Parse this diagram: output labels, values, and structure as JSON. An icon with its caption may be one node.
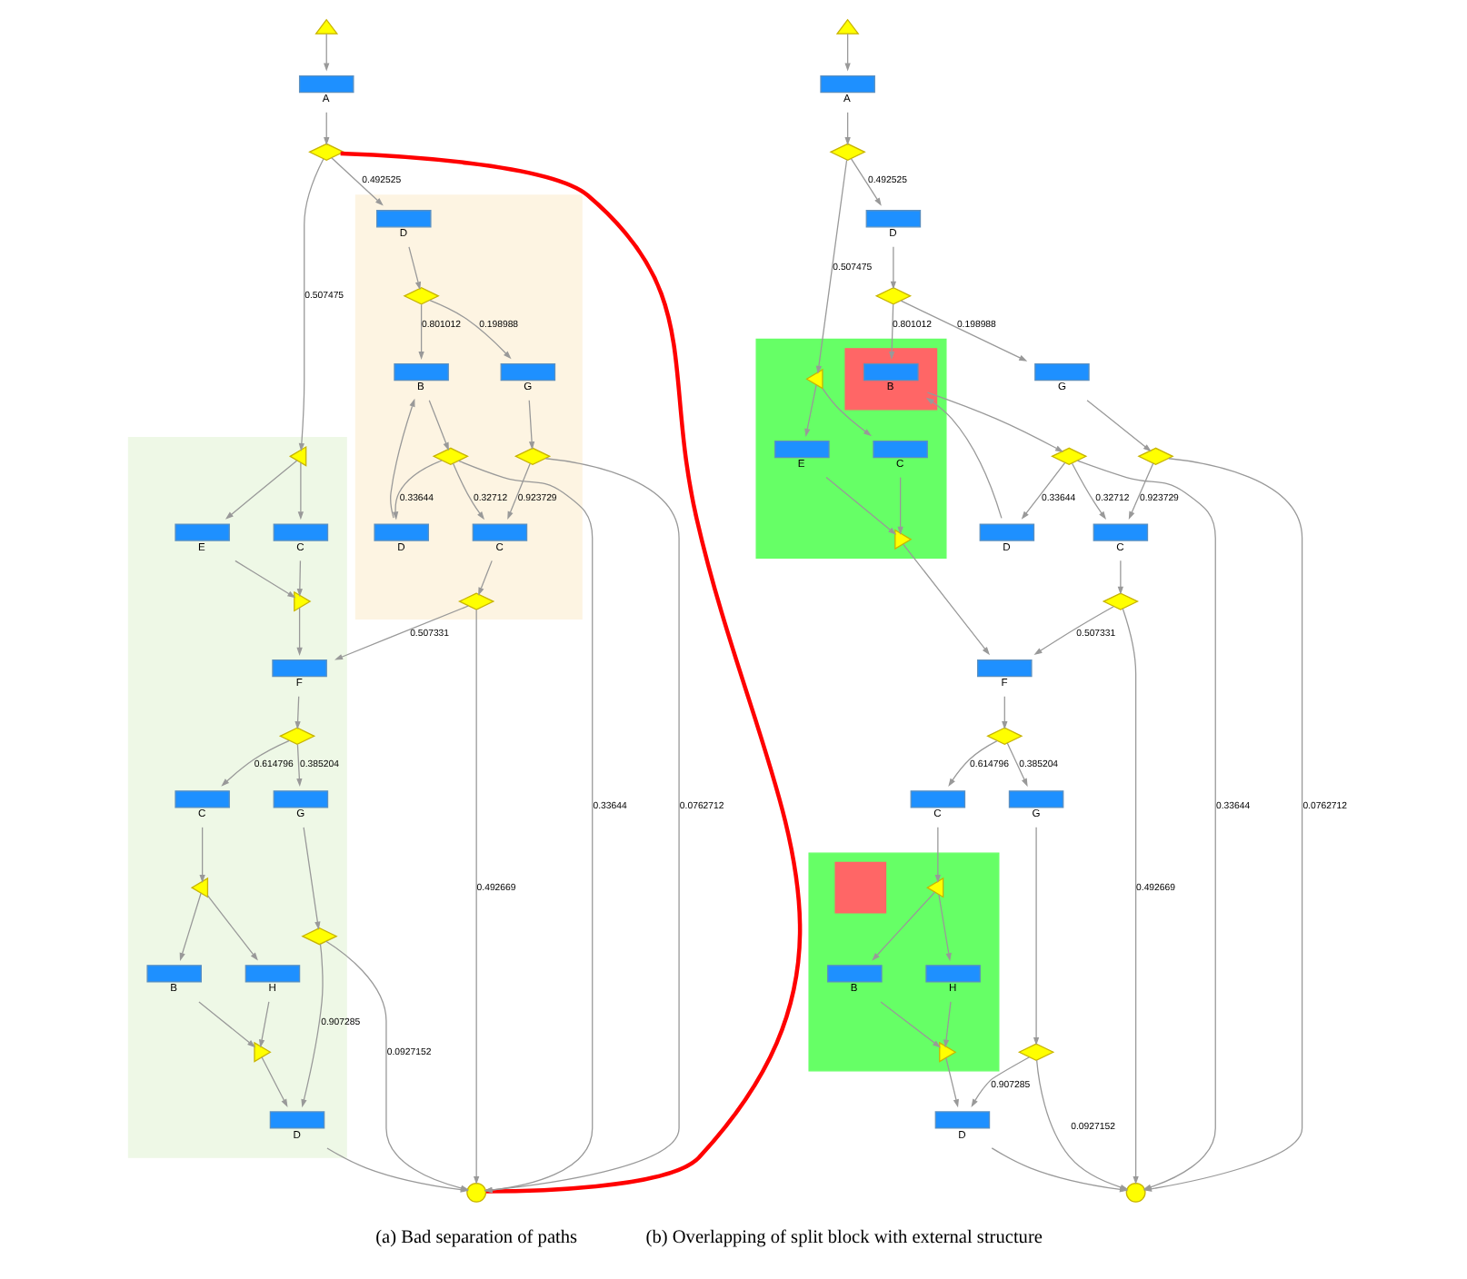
{
  "diagram": {
    "nodes": [
      {
        "text": [],
        "shape": "triangle"
      },
      {
        "text": [
          "A"
        ]
      },
      {
        "text": [],
        "shape": "diamond"
      },
      {
        "text": [],
        "shape": "box"
      },
      {
        "text": [],
        "shape": "box"
      },
      {
        "text": [],
        "shape": "triangle",
        "in": 3
      },
      {
        "text": [
          "D"
        ],
        "in": 4
      },
      {
        "text": [
          "E"
        ],
        "in": 3
      },
      {
        "text": [
          "C"
        ],
        "in": 3
      },
      {
        "text": [],
        "shape": "diamond",
        "in": 4
      },
      {
        "text": [],
        "shape": "triangle",
        "in": 3
      },
      {
        "text": [
          "B"
        ],
        "in": 4
      },
      {
        "text": [
          "G"
        ],
        "in": 4
      },
      {
        "text": [],
        "shape": "diamond",
        "in": 4
      },
      {
        "text": [],
        "shape": "diamond",
        "in": 4
      },
      {
        "text": [
          "D"
        ],
        "in": 4
      },
      {
        "text": [
          "C"
        ],
        "in": 4
      },
      {
        "text": [],
        "shape": "diamond",
        "in": 4
      },
      {
        "text": [
          "F"
        ],
        "in": 3
      },
      {
        "text": [],
        "shape": "diamond",
        "in": 3
      },
      {
        "text": [
          "C"
        ],
        "in": 3
      },
      {
        "text": [
          "G"
        ],
        "in": 3
      },
      {
        "text": [],
        "shape": "triangle",
        "in": 3
      },
      {
        "text": [],
        "shape": "diamond",
        "in": 3
      },
      {
        "text": [
          "B"
        ],
        "in": 3
      },
      {
        "text": [
          "H"
        ],
        "in": 3
      },
      {
        "text": [],
        "shape": "triangle",
        "in": 3
      },
      {
        "text": [
          "D"
        ],
        "in": 3
      },
      {
        "text": [],
        "shape": "circle"
      },
      {
        "text": [],
        "shape": "triangle"
      },
      {
        "text": [
          "A"
        ]
      },
      {
        "text": [],
        "shape": "diamond"
      },
      {
        "text": [],
        "shape": "box"
      },
      {
        "text": [],
        "shape": "triangle",
        "in": 32
      },
      {
        "text": [
          "D"
        ]
      },
      {
        "text": [
          "E"
        ],
        "in": 32
      },
      {
        "text": [
          "C"
        ],
        "in": 32
      },
      {
        "text": [],
        "shape": "diamond"
      },
      {
        "text": [],
        "shape": "triangle",
        "in": 32
      },
      {
        "text": [],
        "shape": "box",
        "in": 32
      },
      {
        "text": [
          "B"
        ],
        "in": 39
      },
      {
        "text": [
          "G"
        ]
      },
      {
        "text": [],
        "shape": "diamond"
      },
      {
        "text": [],
        "shape": "diamond"
      },
      {
        "text": [
          "D"
        ]
      },
      {
        "text": [
          "C"
        ]
      },
      {
        "text": [],
        "shape": "diamond"
      },
      {
        "text": [
          "F"
        ]
      },
      {
        "text": [],
        "shape": "diamond"
      },
      {
        "text": [
          "C"
        ]
      },
      {
        "text": [
          "G"
        ]
      },
      {
        "text": [],
        "shape": "box"
      },
      {
        "text": [],
        "shape": "triangle",
        "in": 51
      },
      {
        "text": [],
        "shape": "diamond"
      },
      {
        "text": [
          "B"
        ],
        "in": 51
      },
      {
        "text": [
          "H"
        ],
        "in": 51
      },
      {
        "text": [],
        "shape": "box",
        "in": 51
      },
      {
        "text": [],
        "shape": "triangle",
        "in": 51
      },
      {
        "text": [
          "D"
        ]
      },
      {
        "text": [],
        "shape": "circle"
      }
    ],
    "edges": [
      {
        "from": 0,
        "to": 1,
        "arrow": "to"
      },
      {
        "from": 1,
        "to": 2,
        "arrow": "to"
      },
      {
        "from": 2,
        "to": 5,
        "arrow": "to",
        "label": "0.507475"
      },
      {
        "from": 2,
        "to": 6,
        "arrow": "to",
        "label": "0.492525"
      },
      {
        "from": 5,
        "to": 7,
        "arrow": "to"
      },
      {
        "from": 5,
        "to": 8,
        "arrow": "to"
      },
      {
        "from": 7,
        "to": 10,
        "arrow": "to"
      },
      {
        "from": 8,
        "to": 10,
        "arrow": "to"
      },
      {
        "from": 6,
        "to": 9,
        "arrow": "to"
      },
      {
        "from": 9,
        "to": 11,
        "arrow": "to",
        "label": "0.801012"
      },
      {
        "from": 9,
        "to": 12,
        "arrow": "to",
        "label": "0.198988"
      },
      {
        "from": 11,
        "to": 13,
        "arrow": "to"
      },
      {
        "from": 12,
        "to": 14,
        "arrow": "to"
      },
      {
        "from": 13,
        "to": 15,
        "arrow": "to",
        "label": "0.33644"
      },
      {
        "from": 13,
        "to": 16,
        "arrow": "to",
        "label": "0.32712"
      },
      {
        "from": 13,
        "to": 28,
        "arrow": "to",
        "label": "0.33644"
      },
      {
        "from": 15,
        "to": 11,
        "arrow": "to"
      },
      {
        "from": 14,
        "to": 16,
        "arrow": "to",
        "label": "0.923729"
      },
      {
        "from": 14,
        "to": 28,
        "arrow": "to",
        "label": "0.0762712"
      },
      {
        "from": 16,
        "to": 17,
        "arrow": "to"
      },
      {
        "from": 17,
        "to": 18,
        "arrow": "to",
        "label": "0.507331"
      },
      {
        "from": 17,
        "to": 28,
        "arrow": "to",
        "label": "0.492669"
      },
      {
        "from": 10,
        "to": 18,
        "arrow": "to"
      },
      {
        "from": 18,
        "to": 19,
        "arrow": "to"
      },
      {
        "from": 19,
        "to": 20,
        "arrow": "to",
        "label": "0.614796"
      },
      {
        "from": 19,
        "to": 21,
        "arrow": "to",
        "label": "0.385204"
      },
      {
        "from": 20,
        "to": 22,
        "arrow": "to"
      },
      {
        "from": 22,
        "to": 24,
        "arrow": "to"
      },
      {
        "from": 22,
        "to": 25,
        "arrow": "to"
      },
      {
        "from": 24,
        "to": 26,
        "arrow": "to"
      },
      {
        "from": 25,
        "to": 26,
        "arrow": "to"
      },
      {
        "from": 26,
        "to": 27,
        "arrow": "to"
      },
      {
        "from": 21,
        "to": 23,
        "arrow": "to"
      },
      {
        "from": 23,
        "to": 27,
        "arrow": "to",
        "label": "0.907285"
      },
      {
        "from": 23,
        "to": 28,
        "arrow": "to",
        "label": "0.0927152"
      },
      {
        "from": 27,
        "to": 28,
        "arrow": "to"
      },
      {
        "from": 2,
        "to": 28,
        "arrow": "none",
        "style": "thick",
        "color": "#ff0000"
      },
      {
        "from": 29,
        "to": 30,
        "arrow": "to"
      },
      {
        "from": 30,
        "to": 31,
        "arrow": "to"
      },
      {
        "from": 31,
        "to": 33,
        "arrow": "to",
        "label": "0.507475"
      },
      {
        "from": 31,
        "to": 34,
        "arrow": "to",
        "label": "0.492525"
      },
      {
        "from": 33,
        "to": 35,
        "arrow": "to"
      },
      {
        "from": 33,
        "to": 36,
        "arrow": "to"
      },
      {
        "from": 35,
        "to": 38,
        "arrow": "to"
      },
      {
        "from": 36,
        "to": 38,
        "arrow": "to"
      },
      {
        "from": 34,
        "to": 37,
        "arrow": "to"
      },
      {
        "from": 37,
        "to": 40,
        "arrow": "to",
        "label": "0.801012"
      },
      {
        "from": 37,
        "to": 41,
        "arrow": "to",
        "label": "0.198988"
      },
      {
        "from": 40,
        "to": 42,
        "arrow": "to"
      },
      {
        "from": 41,
        "to": 43,
        "arrow": "to"
      },
      {
        "from": 42,
        "to": 44,
        "arrow": "to",
        "label": "0.33644"
      },
      {
        "from": 42,
        "to": 45,
        "arrow": "to",
        "label": "0.32712"
      },
      {
        "from": 42,
        "to": 59,
        "arrow": "to",
        "label": "0.33644"
      },
      {
        "from": 44,
        "to": 40,
        "arrow": "to"
      },
      {
        "from": 43,
        "to": 45,
        "arrow": "to",
        "label": "0.923729"
      },
      {
        "from": 43,
        "to": 59,
        "arrow": "to",
        "label": "0.0762712"
      },
      {
        "from": 45,
        "to": 46,
        "arrow": "to"
      },
      {
        "from": 46,
        "to": 47,
        "arrow": "to",
        "label": "0.507331"
      },
      {
        "from": 46,
        "to": 59,
        "arrow": "to",
        "label": "0.492669"
      },
      {
        "from": 38,
        "to": 47,
        "arrow": "to"
      },
      {
        "from": 47,
        "to": 48,
        "arrow": "to"
      },
      {
        "from": 48,
        "to": 49,
        "arrow": "to",
        "label": "0.614796"
      },
      {
        "from": 48,
        "to": 50,
        "arrow": "to",
        "label": "0.385204"
      },
      {
        "from": 49,
        "to": 52,
        "arrow": "to"
      },
      {
        "from": 52,
        "to": 54,
        "arrow": "to"
      },
      {
        "from": 52,
        "to": 55,
        "arrow": "to"
      },
      {
        "from": 54,
        "to": 57,
        "arrow": "to"
      },
      {
        "from": 55,
        "to": 57,
        "arrow": "to"
      },
      {
        "from": 57,
        "to": 58,
        "arrow": "to"
      },
      {
        "from": 50,
        "to": 53,
        "arrow": "to"
      },
      {
        "from": 53,
        "to": 58,
        "arrow": "to",
        "label": "0.907285"
      },
      {
        "from": 53,
        "to": 59,
        "arrow": "to",
        "label": "0.0927152"
      },
      {
        "from": 58,
        "to": 59,
        "arrow": "to"
      }
    ],
    "labels": [
      "(a) Bad separation of paths",
      "(b) Overlapping of split block with external structure"
    ]
  }
}
